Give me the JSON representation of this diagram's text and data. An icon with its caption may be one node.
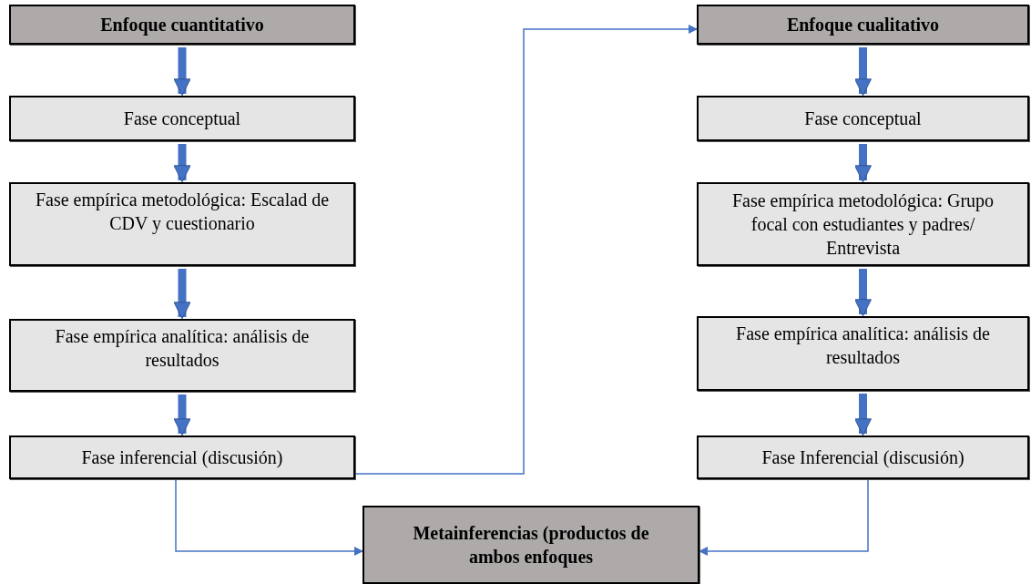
{
  "diagram": {
    "nodes": [
      {
        "text": [
          "Enfoque cuantitativo"
        ]
      },
      {
        "text": [
          "Fase conceptual"
        ]
      },
      {
        "text": [
          "Fase empírica metodológica: Escalad de CDV y cuestionario"
        ]
      },
      {
        "text": [
          "Fase empírica analítica: análisis de resultados"
        ]
      },
      {
        "text": [
          "Fase inferencial (discusión)"
        ]
      },
      {
        "text": [
          "Enfoque cualitativo"
        ]
      },
      {
        "text": [
          "Fase conceptual"
        ]
      },
      {
        "text": [
          "Fase empírica metodológica: Grupo focal con estudiantes y padres/ Entrevista"
        ]
      },
      {
        "text": [
          "Fase empírica analítica: análisis de resultados"
        ]
      },
      {
        "text": [
          "Fase Inferencial (discusión)"
        ]
      },
      {
        "text": [
          "Metainferencias (productos de ambos enfoques"
        ]
      }
    ],
    "edges": [
      {
        "from": 0,
        "to": 1,
        "arrow": "to"
      },
      {
        "from": 1,
        "to": 2,
        "arrow": "to"
      },
      {
        "from": 2,
        "to": 3,
        "arrow": "to"
      },
      {
        "from": 3,
        "to": 4,
        "arrow": "to"
      },
      {
        "from": 5,
        "to": 6,
        "arrow": "to"
      },
      {
        "from": 6,
        "to": 7,
        "arrow": "to"
      },
      {
        "from": 7,
        "to": 8,
        "arrow": "to"
      },
      {
        "from": 8,
        "to": 9,
        "arrow": "to"
      },
      {
        "from": 4,
        "to": 5,
        "arrow": "to"
      },
      {
        "from": 4,
        "to": 10,
        "arrow": "to"
      },
      {
        "from": 9,
        "to": 10,
        "arrow": "to"
      }
    ]
  }
}
